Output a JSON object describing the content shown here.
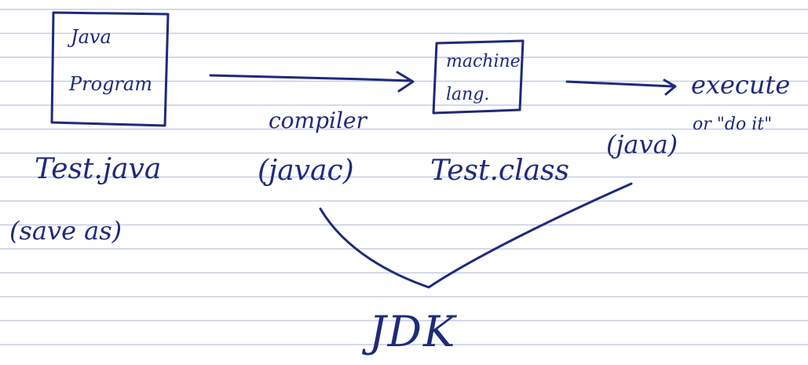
{
  "colors": {
    "ink": "#1f2a7a",
    "rule_lines": "#c6cbe6",
    "paper": "#ffffff"
  },
  "diagram": {
    "source_box": {
      "line1": "Java",
      "line2": "Program"
    },
    "source_file": "Test.java",
    "save_note": "(save as)",
    "compiler_label": "compiler",
    "compiler_cmd": "(javac)",
    "output_box": {
      "line1": "machine",
      "line2": "lang."
    },
    "output_file": "Test.class",
    "run_cmd": "(java)",
    "execute_line1": "execute",
    "execute_line2": "or \"do it\"",
    "toolkit": "JDK"
  }
}
